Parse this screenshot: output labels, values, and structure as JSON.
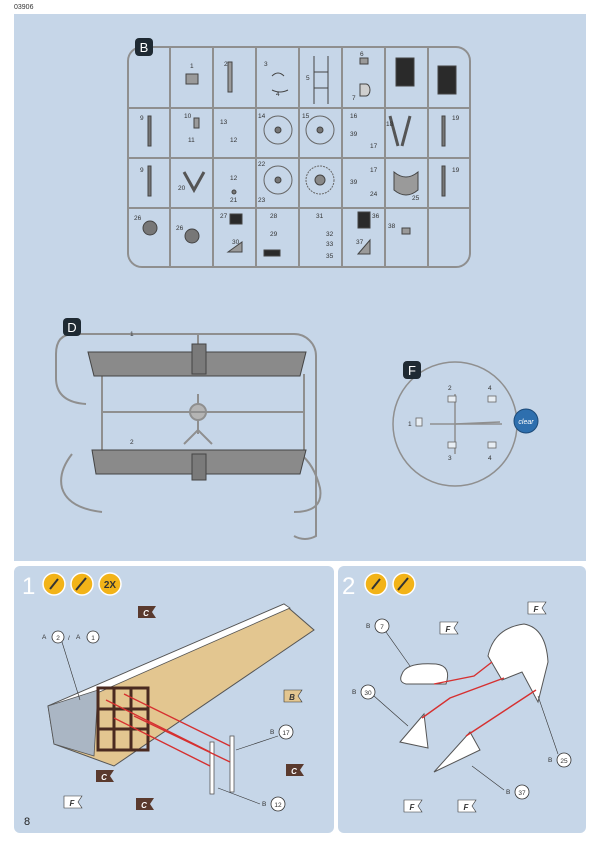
{
  "page": {
    "code": "03906",
    "number": "8"
  },
  "sprue_b": {
    "letter": "B",
    "part_numbers": [
      "1",
      "2",
      "3",
      "4",
      "5",
      "6",
      "7",
      "9",
      "10",
      "13",
      "14",
      "15",
      "16",
      "39",
      "17",
      "18",
      "19",
      "9",
      "11",
      "12",
      "12",
      "22",
      "17",
      "39",
      "24",
      "20",
      "21",
      "23",
      "25",
      "19",
      "26",
      "26",
      "27",
      "28",
      "31",
      "36",
      "38",
      "30",
      "29",
      "32",
      "33",
      "35",
      "37"
    ]
  },
  "sprue_d": {
    "letter": "D",
    "part_numbers": [
      "1",
      "2"
    ]
  },
  "sprue_f": {
    "letter": "F",
    "part_numbers": [
      "1",
      "2",
      "4",
      "3",
      "4"
    ],
    "badge": "clear"
  },
  "step1": {
    "number": "1",
    "multiplier": "2X",
    "callouts": {
      "a_left": "A",
      "a_p1": "2",
      "slash": "/",
      "a_right": "A",
      "a_p2": "1",
      "b17_letter": "B",
      "b17_part": "17",
      "b12_letter": "B",
      "b12_part": "12",
      "color_b": "B",
      "color_c": "C",
      "color_f": "F"
    }
  },
  "step2": {
    "number": "2",
    "callouts": {
      "b7_letter": "B",
      "b7_part": "7",
      "b30_letter": "B",
      "b30_part": "30",
      "b25_letter": "B",
      "b25_part": "25",
      "b37_letter": "B",
      "b37_part": "37",
      "color_f": "F"
    }
  },
  "colors": {
    "panel": "#c6d6e8",
    "sprue": "#8f8f8f",
    "step_badge": "#f2b318",
    "flag": "#5a3a2e",
    "arrow": "#d63030",
    "wood": "#e3c690"
  }
}
